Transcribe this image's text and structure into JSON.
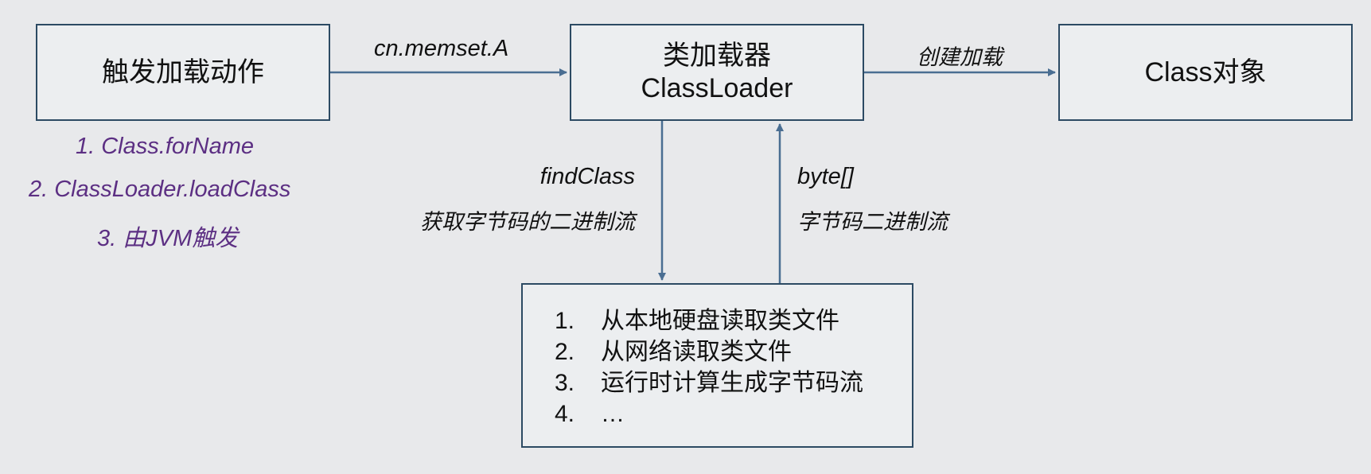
{
  "nodes": {
    "trigger": {
      "label": "触发加载动作"
    },
    "loader": {
      "line1": "类加载器",
      "line2": "ClassLoader"
    },
    "class_object": {
      "label": "Class对象"
    },
    "sources": {
      "items": [
        {
          "num": "1.",
          "text": "从本地硬盘读取类文件"
        },
        {
          "num": "2.",
          "text": "从网络读取类文件"
        },
        {
          "num": "3.",
          "text": "运行时计算生成字节码流"
        },
        {
          "num": "4.",
          "text": "…"
        }
      ]
    }
  },
  "trigger_methods": [
    "1. Class.forName",
    "2. ClassLoader.loadClass",
    "3. 由JVM触发"
  ],
  "edges": {
    "trigger_to_loader": {
      "label": "cn.memset.A"
    },
    "loader_to_class": {
      "label": "创建加载"
    },
    "loader_to_sources": {
      "line1": "findClass",
      "line2": "获取字节码的二进制流"
    },
    "sources_to_loader": {
      "line1": "byte[]",
      "line2": "字节码二进制流"
    }
  },
  "colors": {
    "box_border": "#2c4a63",
    "arrow": "#4a6e92",
    "method_text": "#5c2f83",
    "background": "#e8e9eb"
  }
}
